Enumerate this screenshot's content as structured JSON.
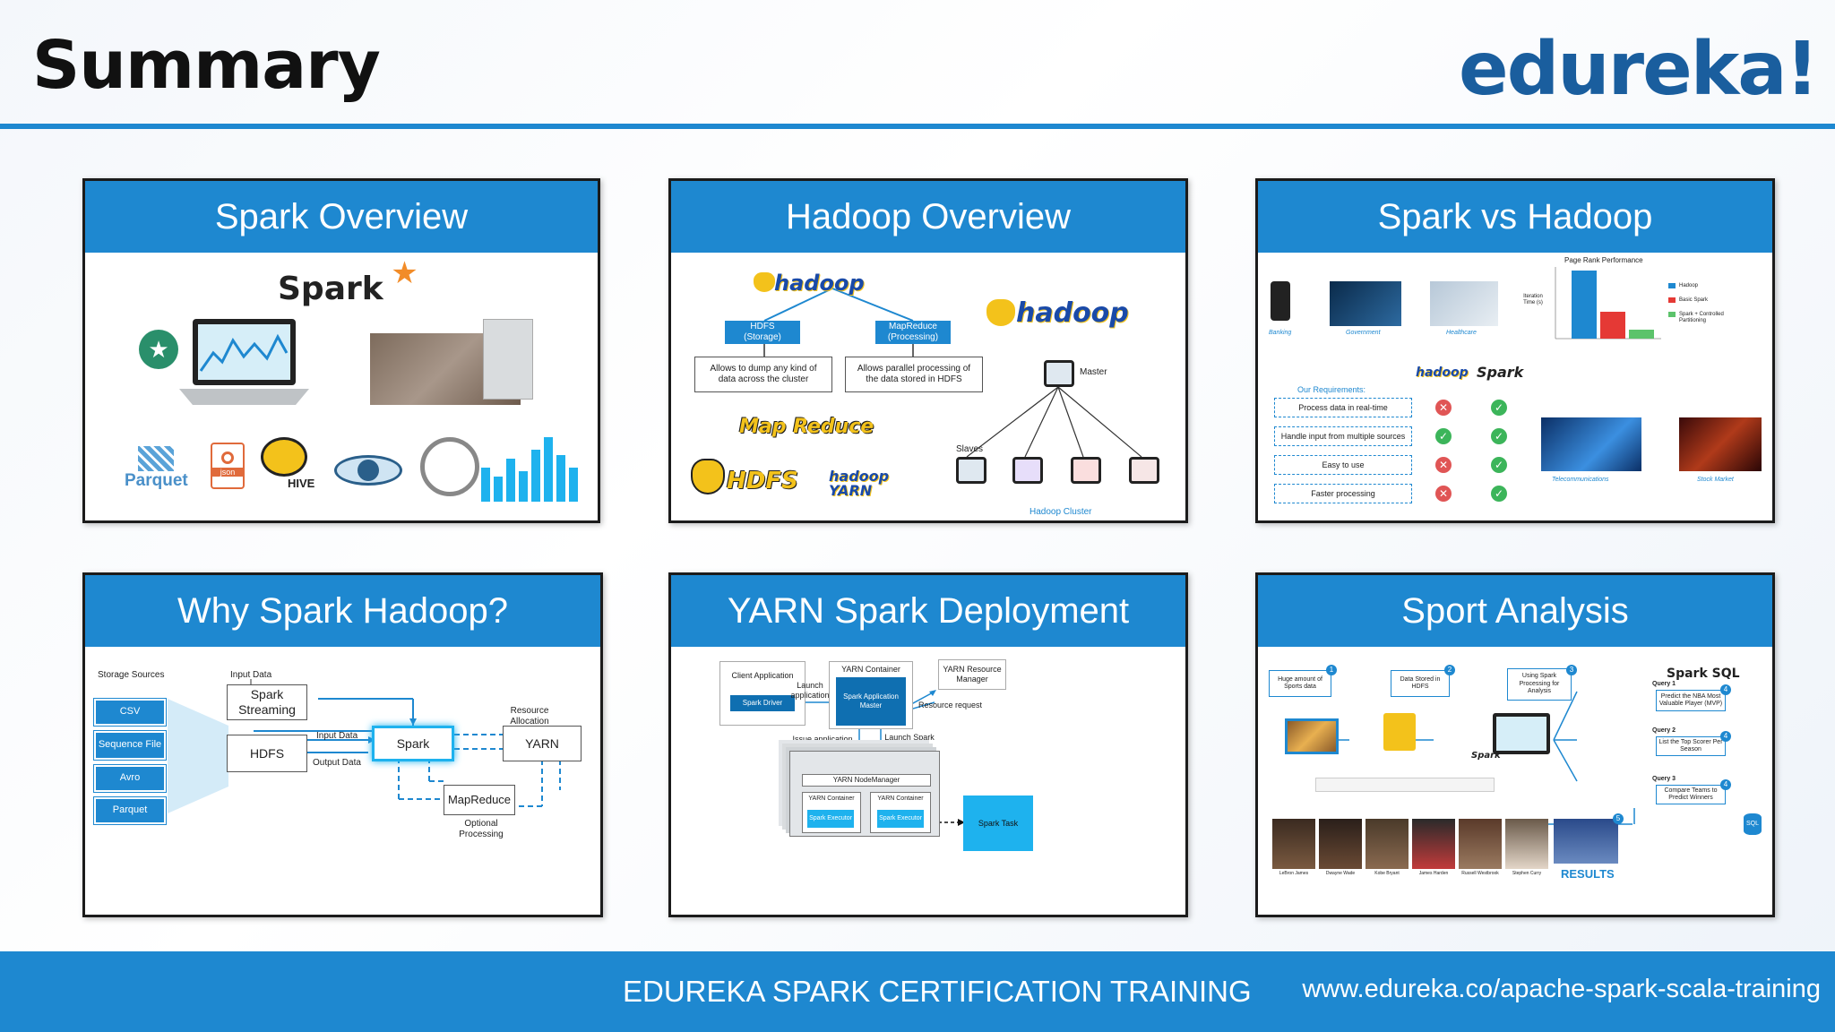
{
  "header": {
    "title": "Summary",
    "brand": "edureka!"
  },
  "panels": {
    "spark_overview": {
      "title": "Spark Overview",
      "spark_logo": "Spark",
      "parquet": "Parquet",
      "json": "json",
      "hive": "HIVE"
    },
    "hadoop_overview": {
      "title": "Hadoop Overview",
      "hadoop_logo": "hadoop",
      "hdfs": "HDFS\n(Storage)",
      "mapreduce": "MapReduce\n(Processing)",
      "hdfs_desc": "Allows to dump any kind of data across the cluster",
      "mr_desc": "Allows parallel processing of the data stored in HDFS",
      "mapreduce_logo": "Map Reduce",
      "hdfs_logo": "HDFS",
      "yarn_logo": "hadoop YARN",
      "master": "Master",
      "slaves": "Slaves",
      "cluster": "Hadoop Cluster"
    },
    "spark_vs_hadoop": {
      "title": "Spark vs Hadoop",
      "chart_title": "Page Rank Performance",
      "ylabel": "Iteration Time (s)",
      "legend": [
        "Hadoop",
        "Basic Spark",
        "Spark + Controlled Partitioning"
      ],
      "legend_colors": [
        "#1e88d0",
        "#e53935",
        "#5cc36b"
      ],
      "sectors": [
        "Banking",
        "Government",
        "Healthcare",
        "Telecommunications",
        "Stock Market"
      ],
      "requirements_title": "Our Requirements:",
      "requirements": [
        "Process data in real-time",
        "Handle input from multiple sources",
        "Easy to use",
        "Faster processing"
      ],
      "hadoop_label": "hadoop",
      "spark_label": "Spark"
    },
    "why_spark_hadoop": {
      "title": "Why Spark Hadoop?",
      "storage_sources": "Storage Sources",
      "sources": [
        "CSV",
        "Sequence File",
        "Avro",
        "Parquet"
      ],
      "input_data_top": "Input Data",
      "spark_streaming": "Spark Streaming",
      "hdfs": "HDFS",
      "input_data": "Input Data",
      "output_data": "Output Data",
      "spark": "Spark",
      "resource_allocation": "Resource Allocation",
      "yarn": "YARN",
      "mapreduce": "MapReduce",
      "optional": "Optional Processing"
    },
    "yarn_deployment": {
      "title": "YARN Spark Deployment",
      "client_app": "Client Application",
      "spark_driver": "Spark Driver",
      "launch_app": "Launch application",
      "yarn_container": "YARN Container",
      "app_master": "Spark Application Master",
      "resource_manager": "YARN Resource Manager",
      "resource_request": "Resource request",
      "issue_commands": "Issue application commands",
      "launch_executor": "Launch Spark executor",
      "node_manager": "YARN NodeManager",
      "container_a": "YARN Container",
      "container_b": "YARN Container",
      "executor_a": "Spark Executor",
      "executor_b": "Spark Executor",
      "spark_task": "Spark Task"
    },
    "sport_analysis": {
      "title": "Sport Analysis",
      "step1": "Huge amount of Sports data",
      "step2": "Data Stored in HDFS",
      "step3": "Using Spark Processing for Analysis",
      "spark_sql": "Spark SQL",
      "query1": "Query 1",
      "query1_desc": "Predict the NBA Most Valuable Player (MVP)",
      "query2": "Query 2",
      "query2_desc": "List the Top Scorer Per Season",
      "query3": "Query 3",
      "query3_desc": "Compare Teams to Predict Winners",
      "players": [
        "LeBron James",
        "Dwayne Wade",
        "Kobe Bryant",
        "James Harden",
        "Russell Westbrook",
        "Stephen Curry"
      ],
      "results": "RESULTS",
      "sql": "SQL",
      "spark": "Spark"
    }
  },
  "footer": {
    "left": "EDUREKA SPARK CERTIFICATION TRAINING",
    "right": "www.edureka.co/apache-spark-scala-training"
  }
}
